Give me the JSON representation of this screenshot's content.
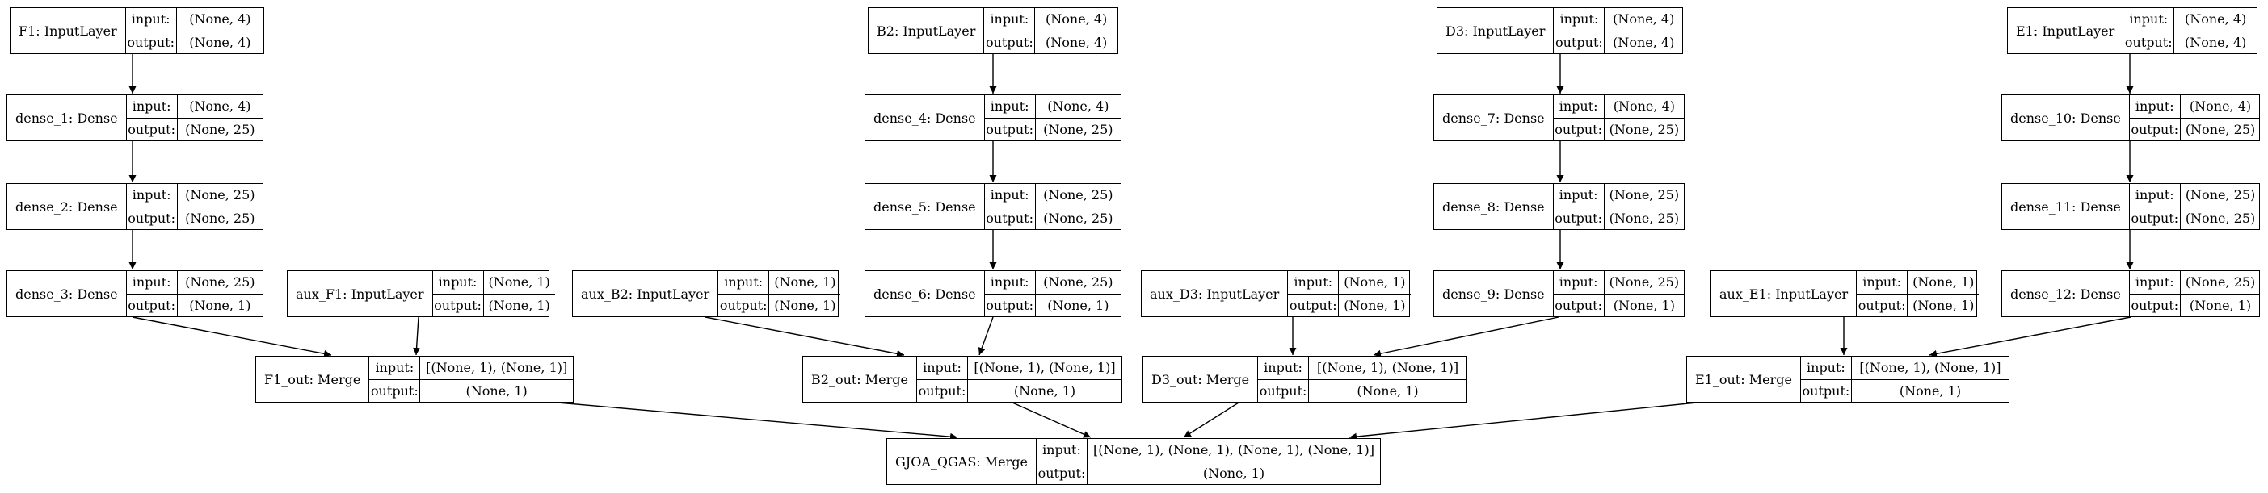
{
  "labels": {
    "input": "input:",
    "output": "output:"
  },
  "nodes": [
    {
      "id": "F1",
      "name": "F1: InputLayer",
      "input": "(None, 4)",
      "output": "(None, 4)"
    },
    {
      "id": "dense_1",
      "name": "dense_1: Dense",
      "input": "(None, 4)",
      "output": "(None, 25)"
    },
    {
      "id": "dense_2",
      "name": "dense_2: Dense",
      "input": "(None, 25)",
      "output": "(None, 25)"
    },
    {
      "id": "dense_3",
      "name": "dense_3: Dense",
      "input": "(None, 25)",
      "output": "(None, 1)"
    },
    {
      "id": "aux_F1",
      "name": "aux_F1: InputLayer",
      "input": "(None, 1)",
      "output": "(None, 1)"
    },
    {
      "id": "F1_out",
      "name": "F1_out: Merge",
      "input": "[(None, 1), (None, 1)]",
      "output": "(None, 1)"
    },
    {
      "id": "aux_B2",
      "name": "aux_B2: InputLayer",
      "input": "(None, 1)",
      "output": "(None, 1)"
    },
    {
      "id": "B2",
      "name": "B2: InputLayer",
      "input": "(None, 4)",
      "output": "(None, 4)"
    },
    {
      "id": "dense_4",
      "name": "dense_4: Dense",
      "input": "(None, 4)",
      "output": "(None, 25)"
    },
    {
      "id": "dense_5",
      "name": "dense_5: Dense",
      "input": "(None, 25)",
      "output": "(None, 25)"
    },
    {
      "id": "dense_6",
      "name": "dense_6: Dense",
      "input": "(None, 25)",
      "output": "(None, 1)"
    },
    {
      "id": "B2_out",
      "name": "B2_out: Merge",
      "input": "[(None, 1), (None, 1)]",
      "output": "(None, 1)"
    },
    {
      "id": "aux_D3",
      "name": "aux_D3: InputLayer",
      "input": "(None, 1)",
      "output": "(None, 1)"
    },
    {
      "id": "D3_out",
      "name": "D3_out: Merge",
      "input": "[(None, 1), (None, 1)]",
      "output": "(None, 1)"
    },
    {
      "id": "D3",
      "name": "D3: InputLayer",
      "input": "(None, 4)",
      "output": "(None, 4)"
    },
    {
      "id": "dense_7",
      "name": "dense_7: Dense",
      "input": "(None, 4)",
      "output": "(None, 25)"
    },
    {
      "id": "dense_8",
      "name": "dense_8: Dense",
      "input": "(None, 25)",
      "output": "(None, 25)"
    },
    {
      "id": "dense_9",
      "name": "dense_9: Dense",
      "input": "(None, 25)",
      "output": "(None, 1)"
    },
    {
      "id": "aux_E1",
      "name": "aux_E1: InputLayer",
      "input": "(None, 1)",
      "output": "(None, 1)"
    },
    {
      "id": "E1_out",
      "name": "E1_out: Merge",
      "input": "[(None, 1), (None, 1)]",
      "output": "(None, 1)"
    },
    {
      "id": "E1",
      "name": "E1: InputLayer",
      "input": "(None, 4)",
      "output": "(None, 4)"
    },
    {
      "id": "dense_10",
      "name": "dense_10: Dense",
      "input": "(None, 4)",
      "output": "(None, 25)"
    },
    {
      "id": "dense_11",
      "name": "dense_11: Dense",
      "input": "(None, 25)",
      "output": "(None, 25)"
    },
    {
      "id": "dense_12",
      "name": "dense_12: Dense",
      "input": "(None, 25)",
      "output": "(None, 1)"
    },
    {
      "id": "GJOA_QGAS",
      "name": "GJOA_QGAS: Merge",
      "input": "[(None, 1), (None, 1), (None, 1), (None, 1)]",
      "output": "(None, 1)"
    }
  ],
  "edges": [
    [
      "F1",
      "dense_1"
    ],
    [
      "dense_1",
      "dense_2"
    ],
    [
      "dense_2",
      "dense_3"
    ],
    [
      "dense_3",
      "F1_out"
    ],
    [
      "aux_F1",
      "F1_out"
    ],
    [
      "B2",
      "dense_4"
    ],
    [
      "dense_4",
      "dense_5"
    ],
    [
      "dense_5",
      "dense_6"
    ],
    [
      "aux_B2",
      "B2_out"
    ],
    [
      "dense_6",
      "B2_out"
    ],
    [
      "D3",
      "dense_7"
    ],
    [
      "dense_7",
      "dense_8"
    ],
    [
      "dense_8",
      "dense_9"
    ],
    [
      "aux_D3",
      "D3_out"
    ],
    [
      "dense_9",
      "D3_out"
    ],
    [
      "E1",
      "dense_10"
    ],
    [
      "dense_10",
      "dense_11"
    ],
    [
      "dense_11",
      "dense_12"
    ],
    [
      "aux_E1",
      "E1_out"
    ],
    [
      "dense_12",
      "E1_out"
    ],
    [
      "F1_out",
      "GJOA_QGAS"
    ],
    [
      "B2_out",
      "GJOA_QGAS"
    ],
    [
      "D3_out",
      "GJOA_QGAS"
    ],
    [
      "E1_out",
      "GJOA_QGAS"
    ]
  ]
}
